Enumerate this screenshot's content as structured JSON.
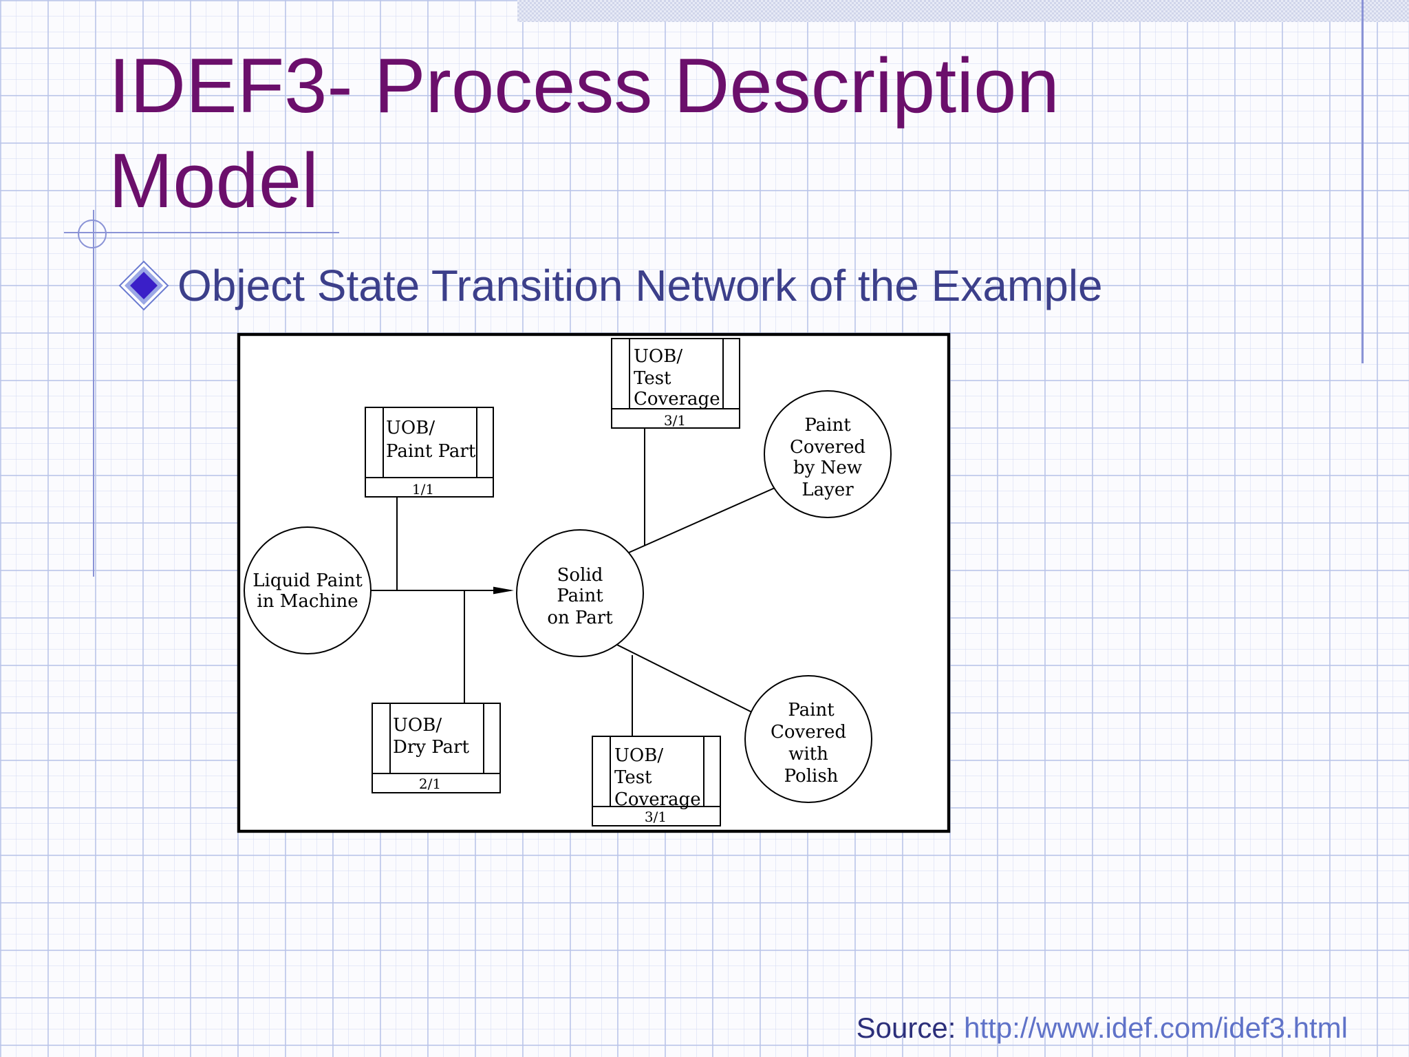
{
  "slide": {
    "title_lines": [
      "IDEF3- Process Description",
      "Model"
    ],
    "bullet": "Object State Transition Network of the Example",
    "source_label": "Source:",
    "source_link": "http://www.idef.com/idef3.html"
  },
  "diagram": {
    "states": {
      "liquid": [
        "Liquid Paint",
        "in Machine"
      ],
      "solid": [
        "Solid",
        "Paint",
        "on Part"
      ],
      "new_layer": [
        "Paint",
        "Covered",
        "by New",
        "Layer"
      ],
      "polish": [
        "Paint",
        "Covered",
        "with",
        "Polish"
      ]
    },
    "uobs": {
      "paint_part": {
        "lines": [
          "UOB/",
          "Paint Part"
        ],
        "ref": "1/1"
      },
      "dry_part": {
        "lines": [
          "UOB/",
          "Dry Part"
        ],
        "ref": "2/1"
      },
      "test_top": {
        "lines": [
          "UOB/",
          "Test",
          "Coverage"
        ],
        "ref": "3/1"
      },
      "test_bottom": {
        "lines": [
          "UOB/",
          "Test",
          "Coverage"
        ],
        "ref": "3/1"
      }
    }
  },
  "colors": {
    "title": "#6b0f6b",
    "bullet_text": "#3c3f8a",
    "bullet_diamond": "#3a1fc8",
    "link": "#5f72c8",
    "rules": "#8a93d6"
  },
  "icons": {
    "bullet": "diamond-bullet-icon"
  }
}
